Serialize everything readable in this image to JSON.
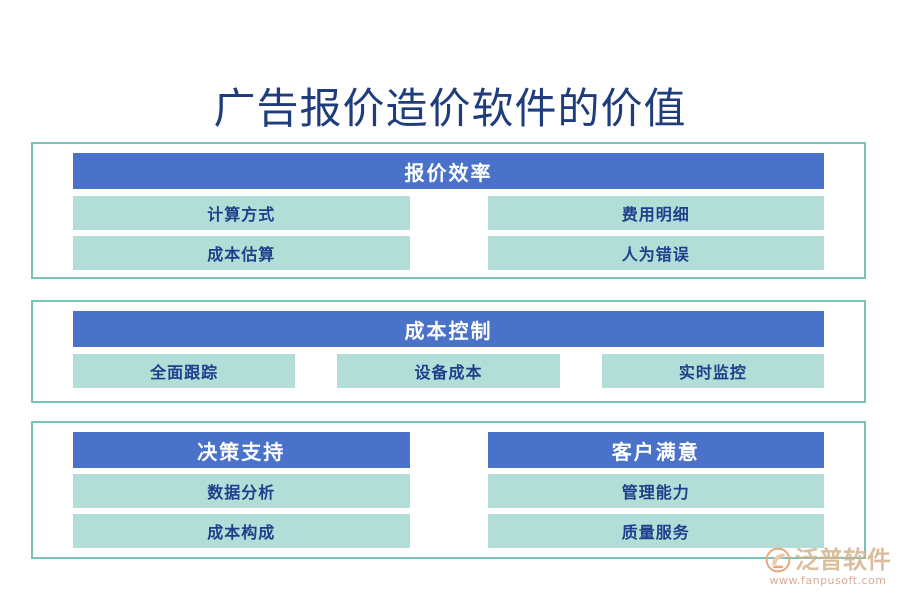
{
  "slide": {
    "title": "广告报价造价软件的价值",
    "title_color": "#1f3c7c",
    "background_color": "#ffffff",
    "border_color": "#79c2b6",
    "header_bar_color": "#4a72c8",
    "header_text_color": "#ffffff",
    "item_bar_color": "#b3ded8",
    "item_text_color": "#1f3f8c"
  },
  "sections": [
    {
      "id": "section-1",
      "layout": "two-column-single-header",
      "headers": [
        "报价效率"
      ],
      "columns": [
        {
          "items": [
            "计算方式",
            "成本估算"
          ]
        },
        {
          "items": [
            "费用明细",
            "人为错误"
          ]
        }
      ]
    },
    {
      "id": "section-2",
      "layout": "three-column-single-header",
      "headers": [
        "成本控制"
      ],
      "items": [
        "全面跟踪",
        "设备成本",
        "实时监控"
      ]
    },
    {
      "id": "section-3",
      "layout": "two-column-dual-header",
      "columns": [
        {
          "header": "决策支持",
          "items": [
            "数据分析",
            "成本构成"
          ]
        },
        {
          "header": "客户满意",
          "items": [
            "管理能力",
            "质量服务"
          ]
        }
      ]
    }
  ],
  "logo": {
    "brand": "泛普软件",
    "url": "www.fanpusoft.com",
    "mark_color": "#e8a87c",
    "text_color": "#d4b38c"
  }
}
